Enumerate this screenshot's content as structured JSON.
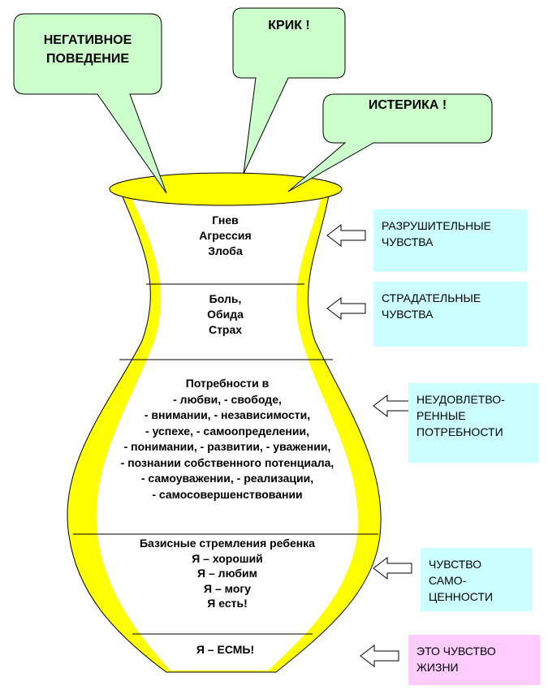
{
  "callouts": {
    "negative_behavior": [
      "НЕГАТИВНОЕ",
      "ПОВЕДЕНИЕ"
    ],
    "scream": "КРИК !",
    "hysteria": "ИСТЕРИКА !"
  },
  "vase_sections": {
    "destructive": [
      "Гнев",
      "Агрессия",
      "Злоба"
    ],
    "suffering": [
      "Боль,",
      "Обида",
      "Страх"
    ],
    "needs": [
      "Потребности в",
      "- любви, - свободе,",
      "- внимании, - независимости,",
      "- успехе, - самоопределении,",
      "- понимании, - развитии, - уважении,",
      "- познании собственного потенциала,",
      "- самоуважении, - реализации,",
      "- самосовершенствовании"
    ],
    "basic": [
      "Базисные стремления ребенка",
      "Я – хороший",
      "Я – любим",
      "Я – могу",
      "Я есть!"
    ],
    "base": "Я – ЕСМЬ!"
  },
  "side_labels": {
    "destructive": [
      "РАЗРУШИТЕЛЬНЫЕ",
      "ЧУВСТВА"
    ],
    "suffering": [
      "СТРАДАТЕЛЬНЫЕ",
      "ЧУВСТВА"
    ],
    "needs": [
      "НЕУДОВЛЕТВО-",
      "РЕННЫЕ",
      "ПОТРЕБНОСТИ"
    ],
    "self_worth": [
      "ЧУВСТВО",
      "САМО-",
      "ЦЕННОСТИ"
    ],
    "life": [
      "ЭТО ЧУВСТВО",
      "ЖИЗНИ"
    ]
  },
  "colors": {
    "vase_yellow": "#ffff00",
    "bubble_green": "#ccffcc",
    "label_cyan": "#ccffff",
    "label_pink": "#ffccff"
  }
}
